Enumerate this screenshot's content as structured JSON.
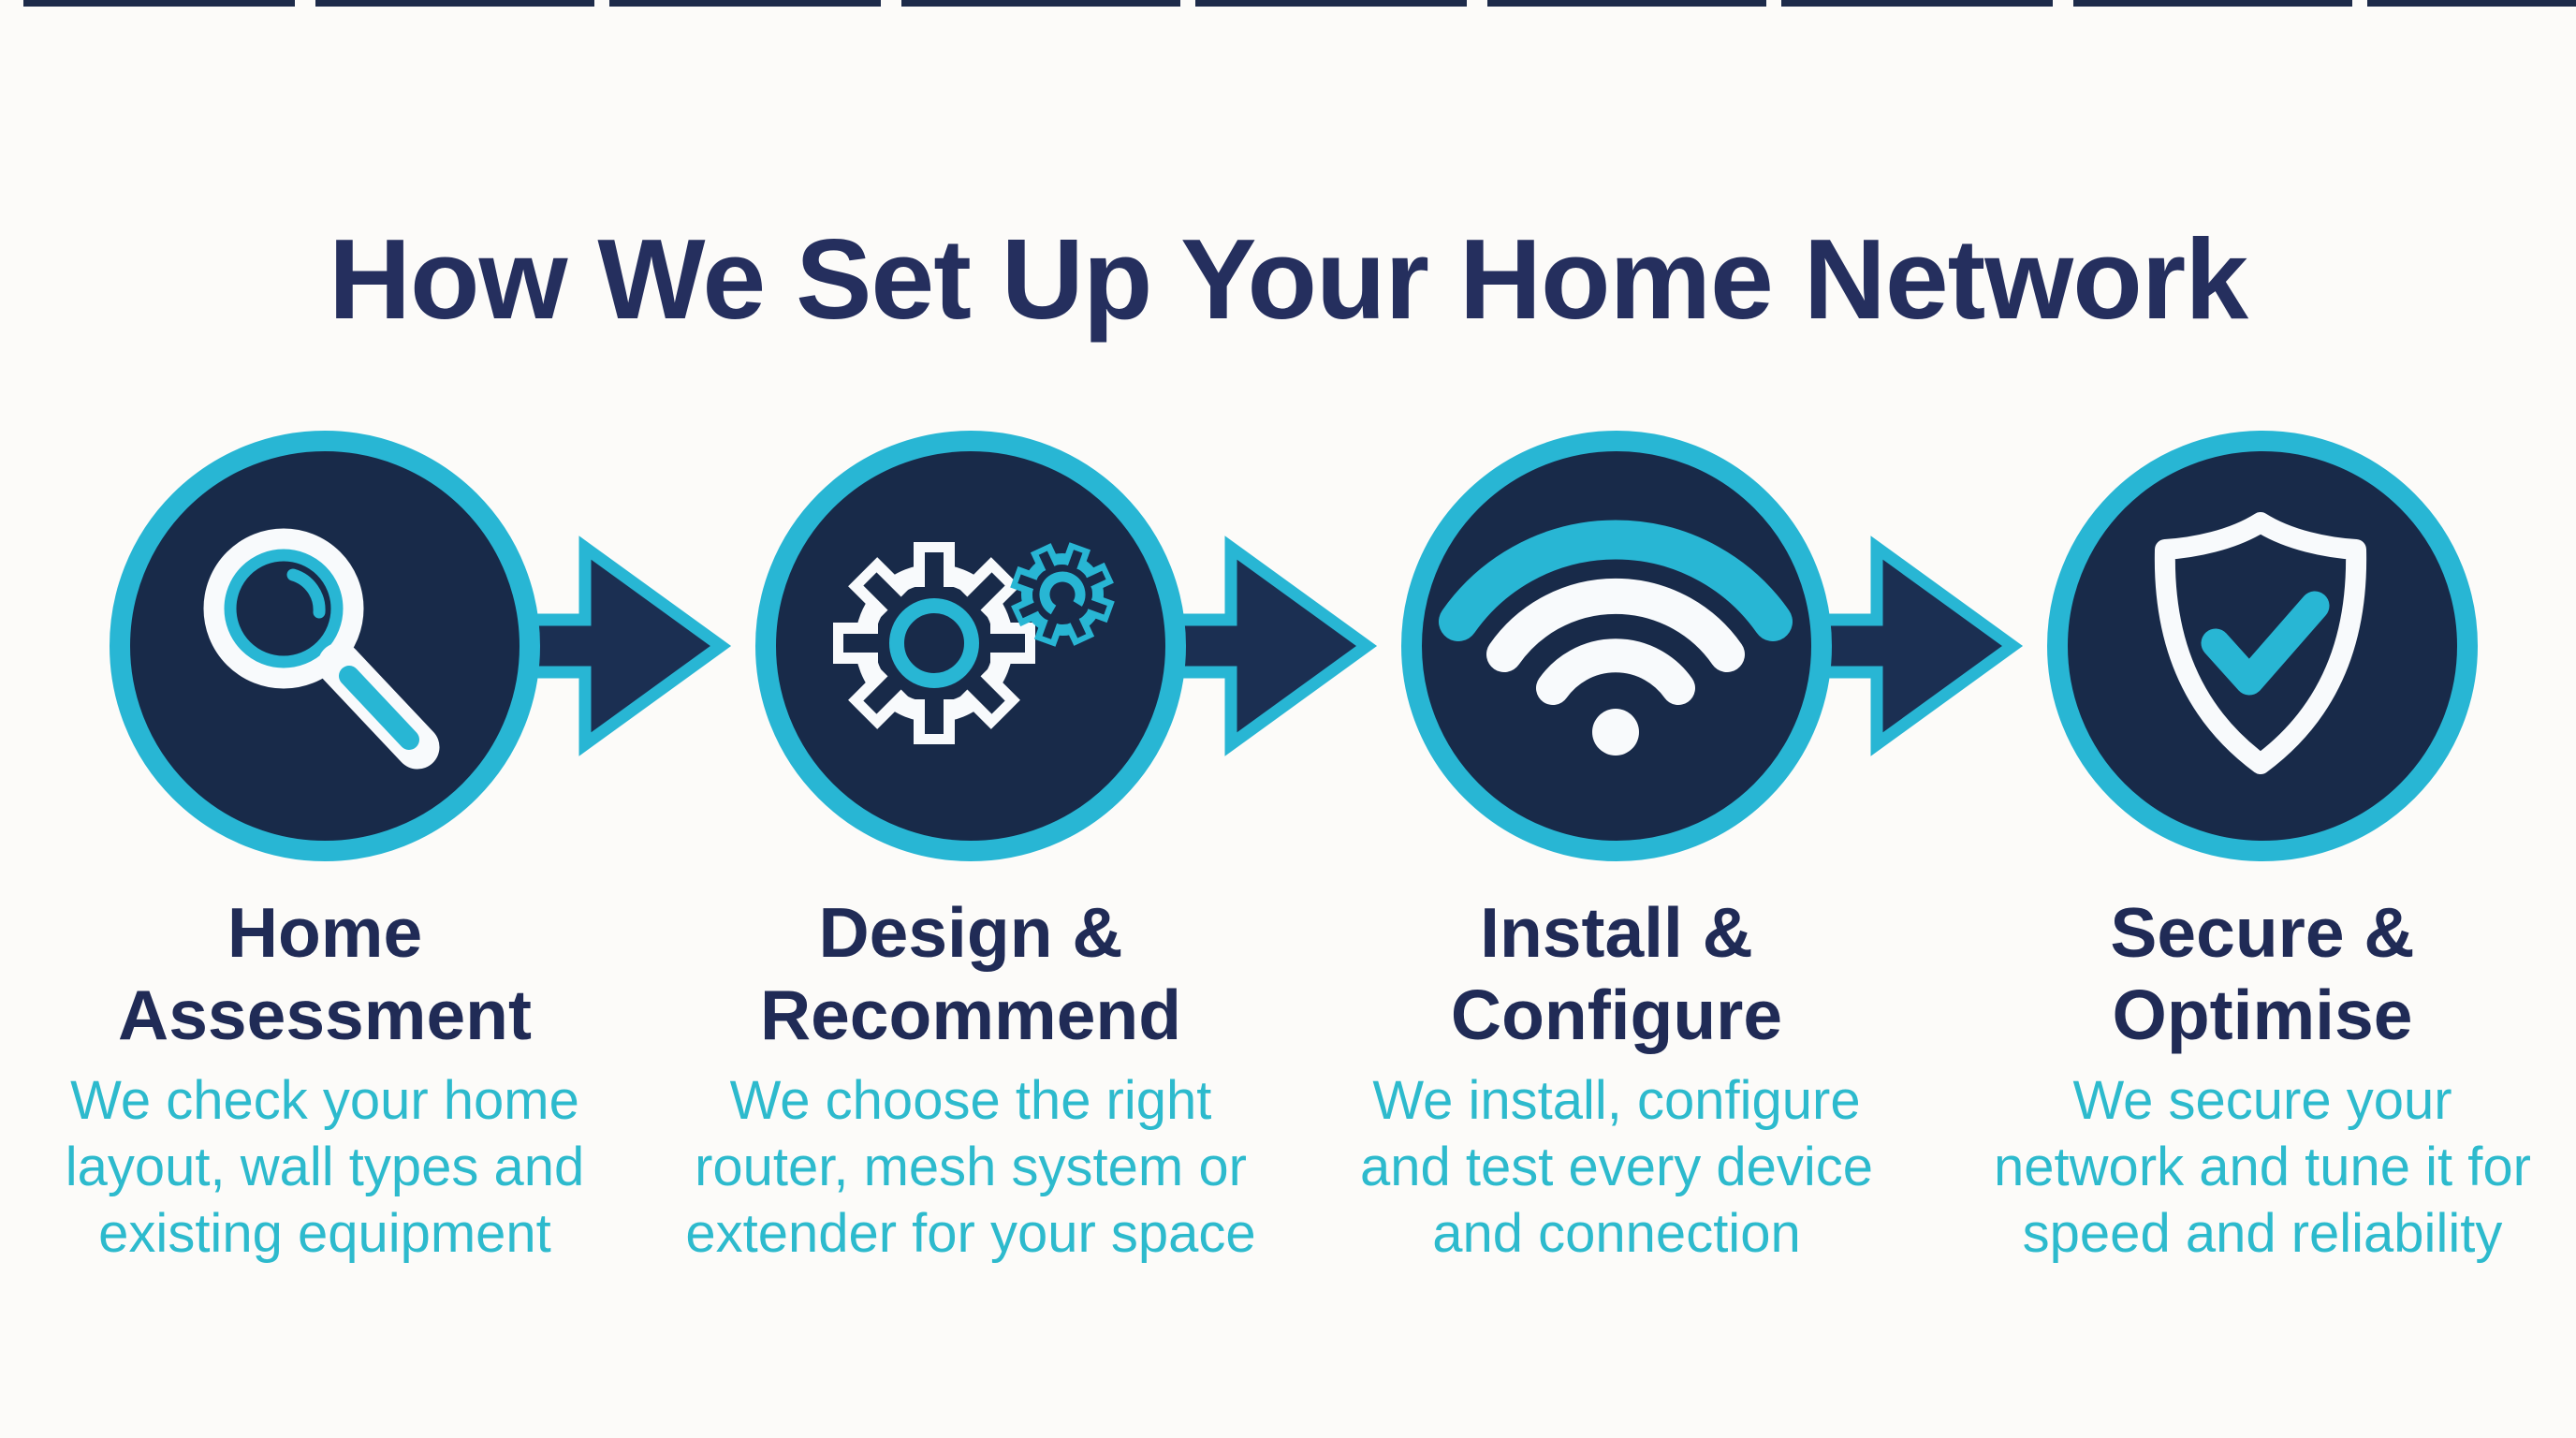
{
  "title": "How We Set Up Your Home Network",
  "colors": {
    "background": "#fcfbf9",
    "top_bar": "#1d2b4a",
    "circle_fill_navy": "#182a49",
    "circle_border_cyan": "#28b6d4",
    "heading_navy": "#202b56",
    "title_navy": "#252f5e",
    "description_teal": "#2dbacd",
    "icon_white": "#f8fafc",
    "arrow_navy": "#1b2f52"
  },
  "steps": [
    {
      "icon": "magnifier-icon",
      "title_line1": "Home",
      "title_line2": "Assessment",
      "desc_line1": "We check your home",
      "desc_line2": "layout, wall types and",
      "desc_line3": "existing equipment"
    },
    {
      "icon": "gears-icon",
      "title_line1": "Design &",
      "title_line2": "Recommend",
      "desc_line1": "We choose the right",
      "desc_line2": "router, mesh system or",
      "desc_line3": "extender for your space"
    },
    {
      "icon": "wifi-icon",
      "title_line1": "Install &",
      "title_line2": "Configure",
      "desc_line1": "We install, configure",
      "desc_line2": "and test every device",
      "desc_line3": "and connection"
    },
    {
      "icon": "shield-check-icon",
      "title_line1": "Secure &",
      "title_line2": "Optimise",
      "desc_line1": "We secure your",
      "desc_line2": "network and tune it for",
      "desc_line3": "speed and reliability"
    }
  ]
}
